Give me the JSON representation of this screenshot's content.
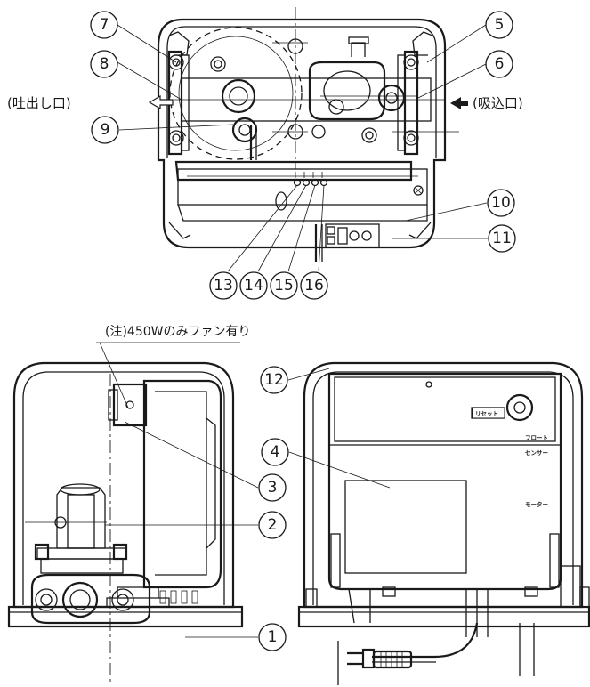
{
  "labels": {
    "outlet": "(吐出し口)",
    "inlet": "(吸込口)",
    "note": "(注)450Wのみファン有り",
    "reset_button": "リセット",
    "float_terminal": "フロート",
    "sensor_terminal": "センサー",
    "motor_terminal": "モーター"
  },
  "callouts": [
    "1",
    "2",
    "3",
    "4",
    "5",
    "6",
    "7",
    "8",
    "9",
    "10",
    "11",
    "12",
    "13",
    "14",
    "15",
    "16"
  ]
}
